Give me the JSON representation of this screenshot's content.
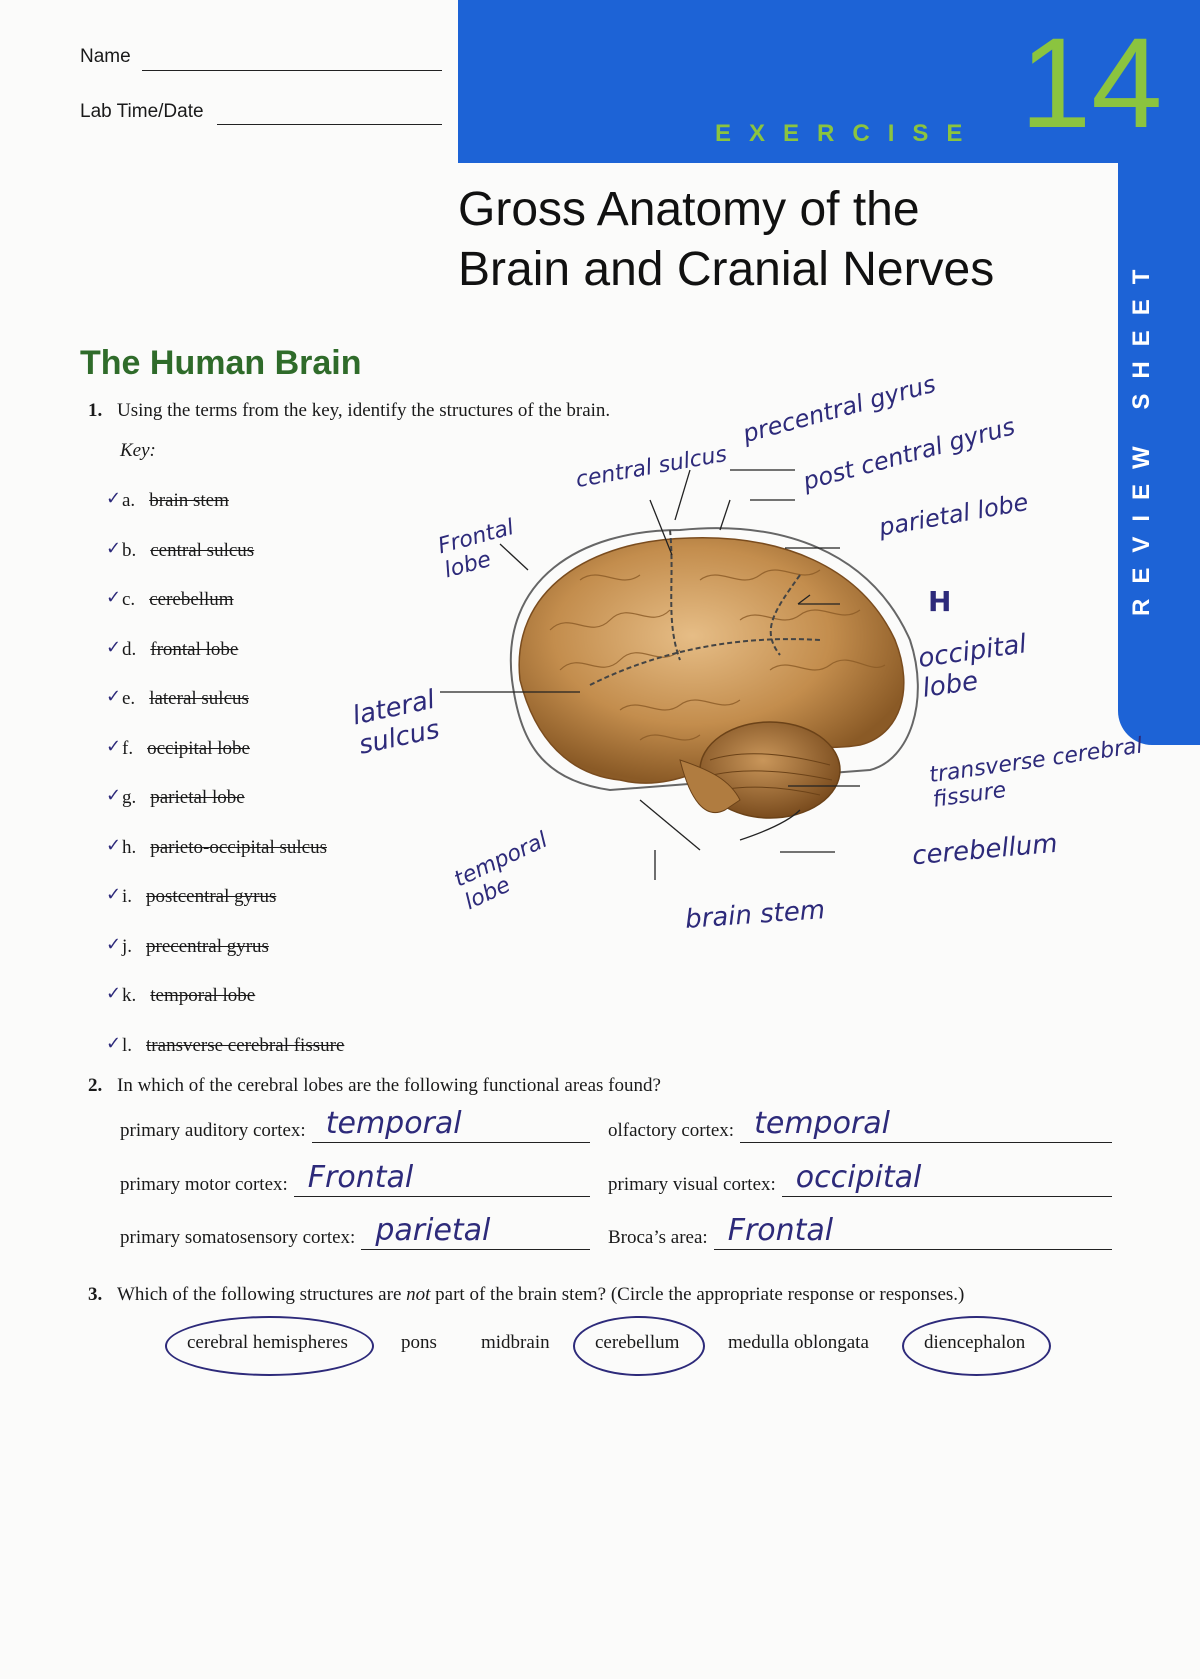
{
  "header": {
    "name_label": "Name",
    "lab_label": "Lab Time/Date",
    "exercise_word": "EXERCISE",
    "exercise_number": "14",
    "side_tab": "REVIEW SHEET",
    "title_line1": "Gross Anatomy of the",
    "title_line2": "Brain and Cranial Nerves"
  },
  "section": {
    "heading": "The Human Brain"
  },
  "q1": {
    "number": "1.",
    "prompt": "Using the terms from the key, identify the structures of the brain.",
    "key_label": "Key:",
    "key": [
      {
        "letter": "a.",
        "term": "brain stem"
      },
      {
        "letter": "b.",
        "term": "central sulcus"
      },
      {
        "letter": "c.",
        "term": "cerebellum"
      },
      {
        "letter": "d.",
        "term": "frontal lobe"
      },
      {
        "letter": "e.",
        "term": "lateral sulcus"
      },
      {
        "letter": "f.",
        "term": "occipital lobe"
      },
      {
        "letter": "g.",
        "term": "parietal lobe"
      },
      {
        "letter": "h.",
        "term": "parieto-occipital sulcus"
      },
      {
        "letter": "i.",
        "term": "postcentral gyrus"
      },
      {
        "letter": "j.",
        "term": "precentral gyrus"
      },
      {
        "letter": "k.",
        "term": "temporal lobe"
      },
      {
        "letter": "l.",
        "term": "transverse cerebral fissure"
      }
    ],
    "handwritten_labels": {
      "central_sulcus": "central sulcus",
      "precentral_gyrus": "precentral gyrus",
      "postcentral_gyrus": "post central gyrus",
      "frontal_lobe": "Frontal lobe",
      "parietal_lobe": "parietal lobe",
      "h_mark": "H",
      "occipital_lobe": "occipital lobe",
      "lateral_sulcus": "lateral sulcus",
      "transverse_fissure": "transverse cerebral fissure",
      "temporal_lobe": "temporal lobe",
      "cerebellum": "cerebellum",
      "brain_stem": "brain stem"
    }
  },
  "q2": {
    "number": "2.",
    "prompt": "In which of the cerebral lobes are the following functional areas found?",
    "rows": [
      {
        "left_label": "primary auditory cortex:",
        "left_answer": "temporal",
        "right_label": "olfactory cortex:",
        "right_answer": "temporal"
      },
      {
        "left_label": "primary motor cortex:",
        "left_answer": "Frontal",
        "right_label": "primary visual cortex:",
        "right_answer": "occipital"
      },
      {
        "left_label": "primary somatosensory cortex:",
        "left_answer": "parietal",
        "right_label": "Broca’s area:",
        "right_answer": "Frontal"
      }
    ]
  },
  "q3": {
    "number": "3.",
    "prompt_before": "Which of the following structures are ",
    "prompt_italic": "not",
    "prompt_after": " part of the brain stem? (Circle the appropriate response or responses.)",
    "options": [
      {
        "label": "cerebral hemispheres",
        "circled": true
      },
      {
        "label": "pons",
        "circled": false
      },
      {
        "label": "midbrain",
        "circled": false
      },
      {
        "label": "cerebellum",
        "circled": true
      },
      {
        "label": "medulla oblongata",
        "circled": false
      },
      {
        "label": "diencephalon",
        "circled": true
      }
    ]
  },
  "colors": {
    "banner_blue": "#1d63d6",
    "exercise_green": "#8bc43f",
    "heading_green": "#2f6b2a",
    "ink": "#2d2a7a"
  }
}
